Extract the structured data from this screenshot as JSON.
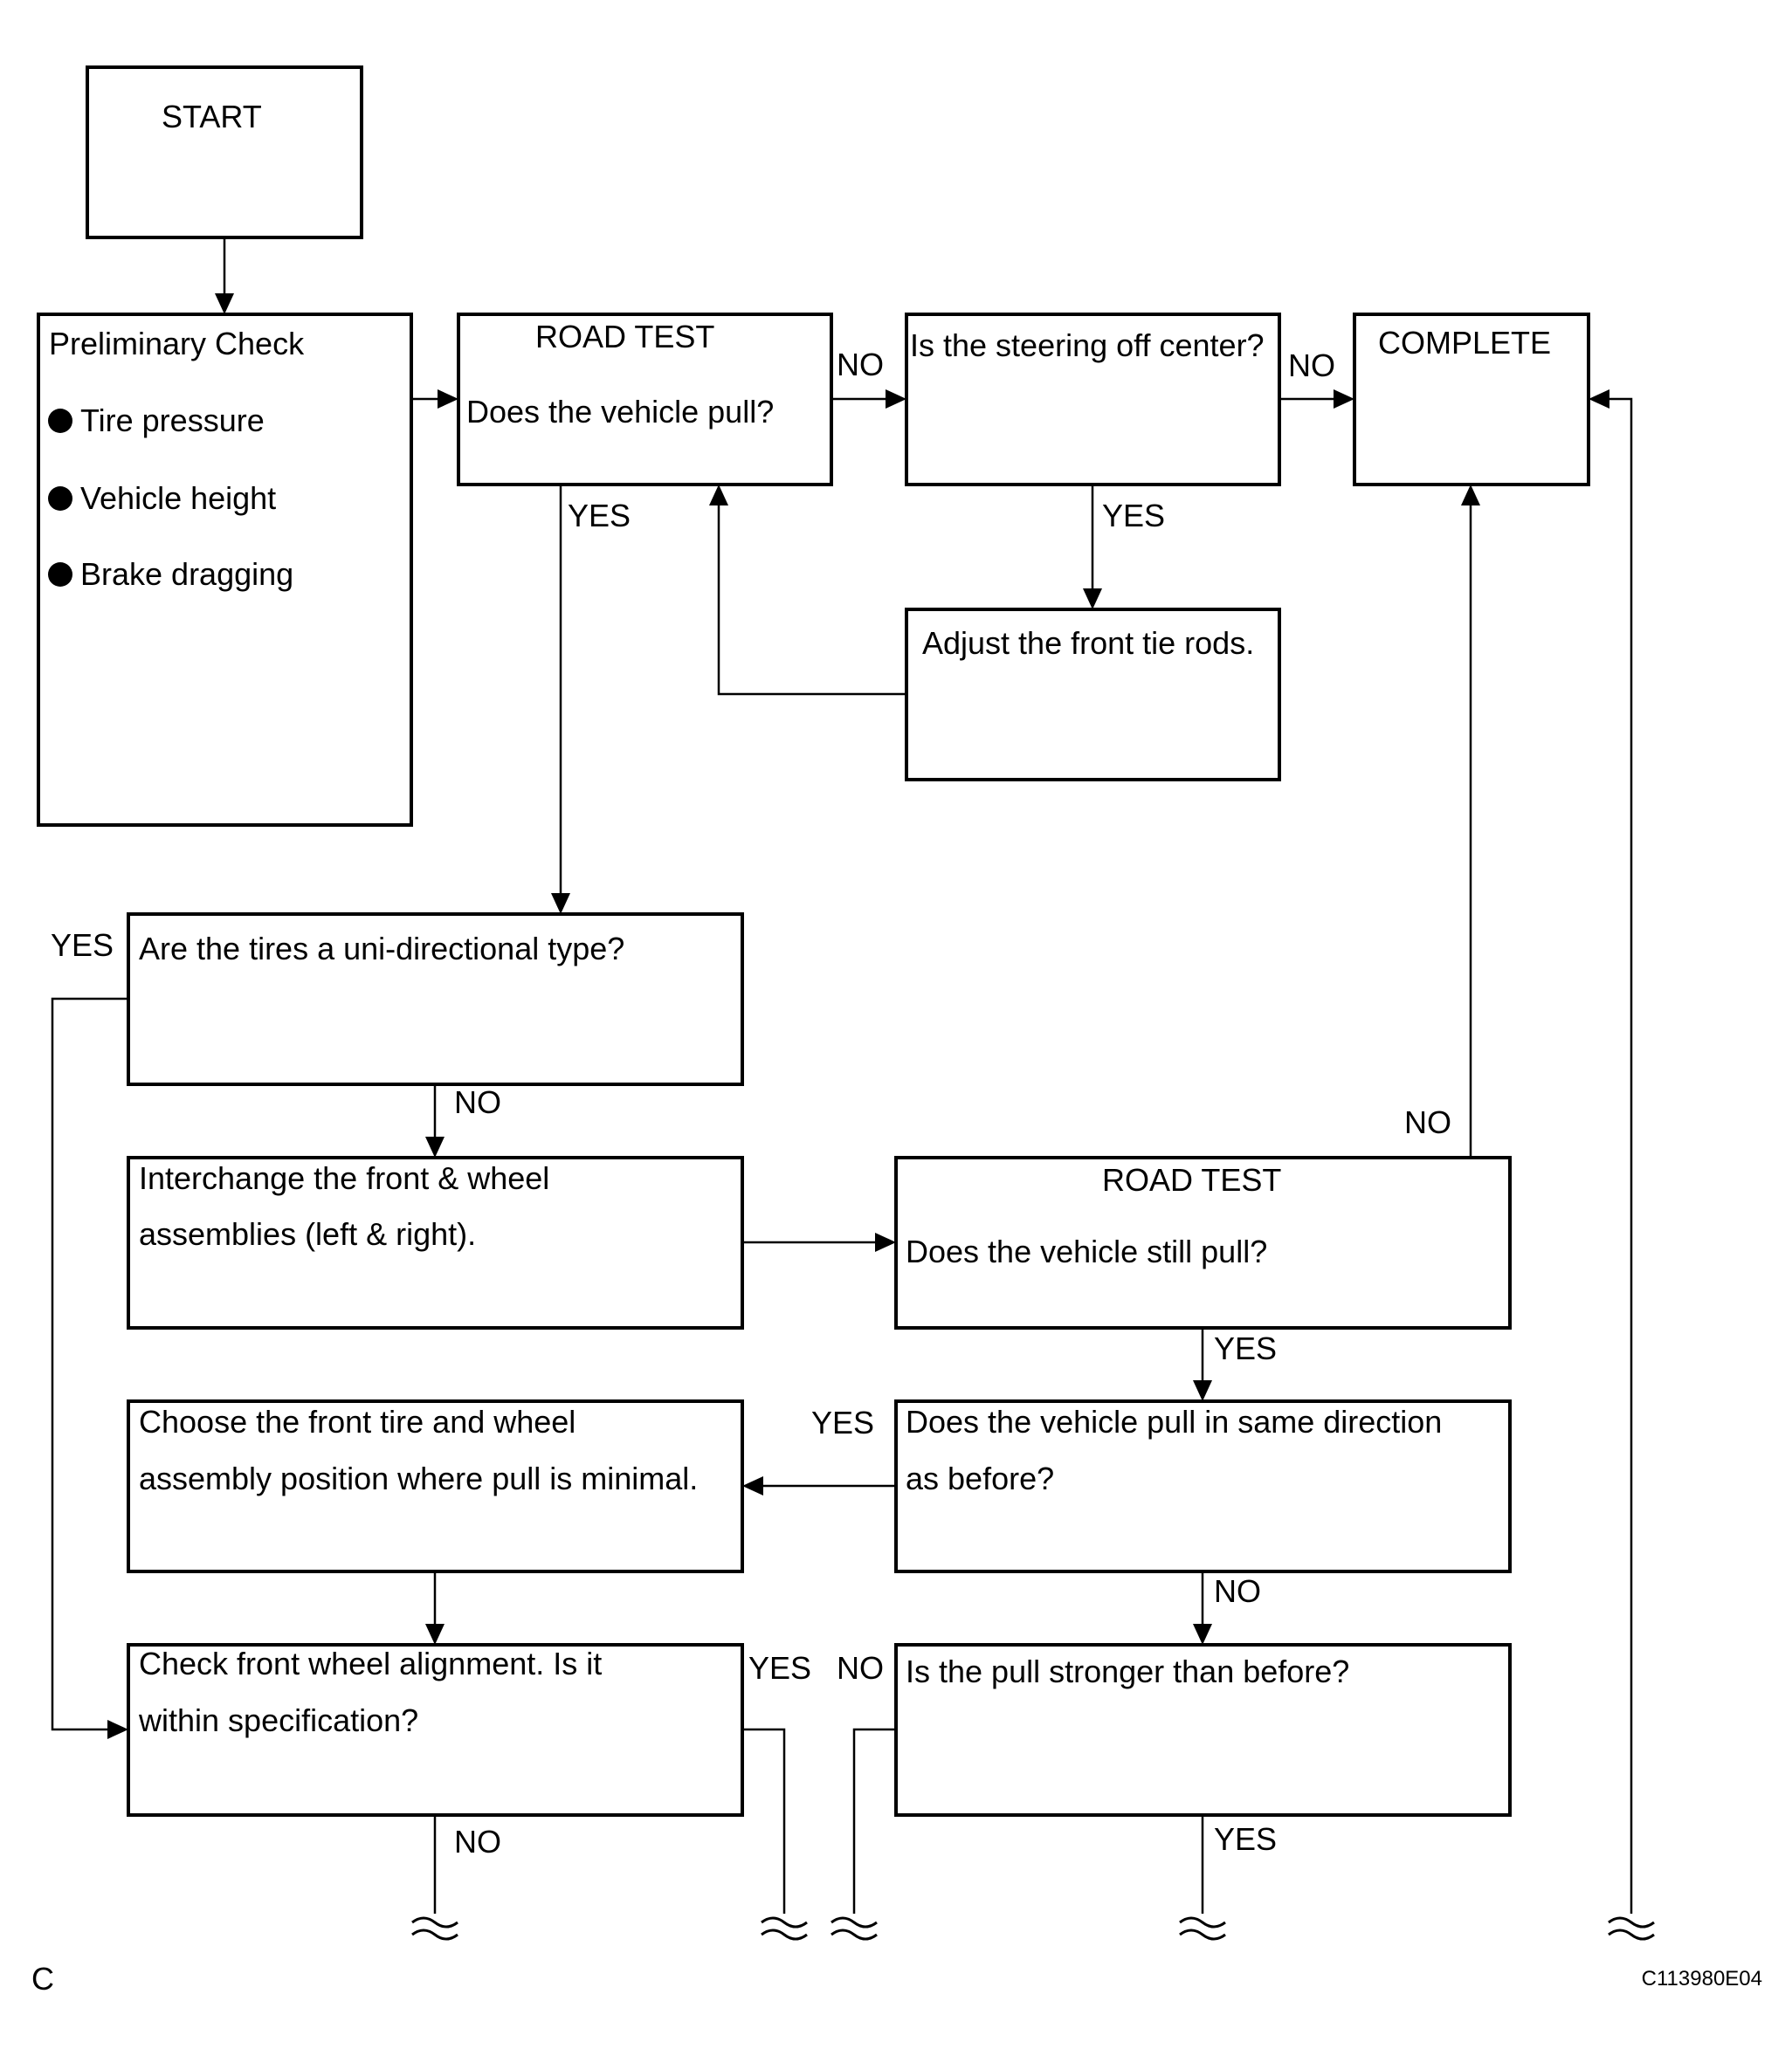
{
  "boxes": {
    "start": {
      "title": "START"
    },
    "preliminary": {
      "title": "Preliminary Check",
      "items": [
        "Tire pressure",
        "Vehicle height",
        "Brake dragging"
      ]
    },
    "road_test_1": {
      "title": "ROAD TEST",
      "question": "Does the vehicle pull?"
    },
    "steering": {
      "question": "Is the steering off center?"
    },
    "complete": {
      "title": "COMPLETE"
    },
    "tie_rods": {
      "text": "Adjust the front tie rods."
    },
    "uni_directional": {
      "question": "Are the tires a uni-directional type?"
    },
    "interchange": {
      "line1": "Interchange the front & wheel",
      "line2": "assemblies (left & right)."
    },
    "road_test_2": {
      "title": "ROAD TEST",
      "question": "Does the vehicle still pull?"
    },
    "choose": {
      "line1": "Choose the front tire and wheel",
      "line2": "assembly position where pull is minimal."
    },
    "same_direction": {
      "line1": "Does the vehicle pull in same direction",
      "line2": "as before?"
    },
    "alignment": {
      "line1": "Check front wheel alignment. Is it",
      "line2": "within specification?"
    },
    "stronger": {
      "question": "Is the pull stronger than before?"
    }
  },
  "labels": {
    "rt1_no": "NO",
    "rt1_yes": "YES",
    "steer_no": "NO",
    "steer_yes": "YES",
    "uni_yes": "YES",
    "uni_no": "NO",
    "rt2_no": "NO",
    "rt2_yes": "YES",
    "same_yes": "YES",
    "same_no": "NO",
    "align_yes": "YES",
    "align_no": "NO",
    "strong_no": "NO",
    "strong_yes": "YES"
  },
  "footer": {
    "page_letter": "C",
    "figure_code": "C113980E04"
  }
}
